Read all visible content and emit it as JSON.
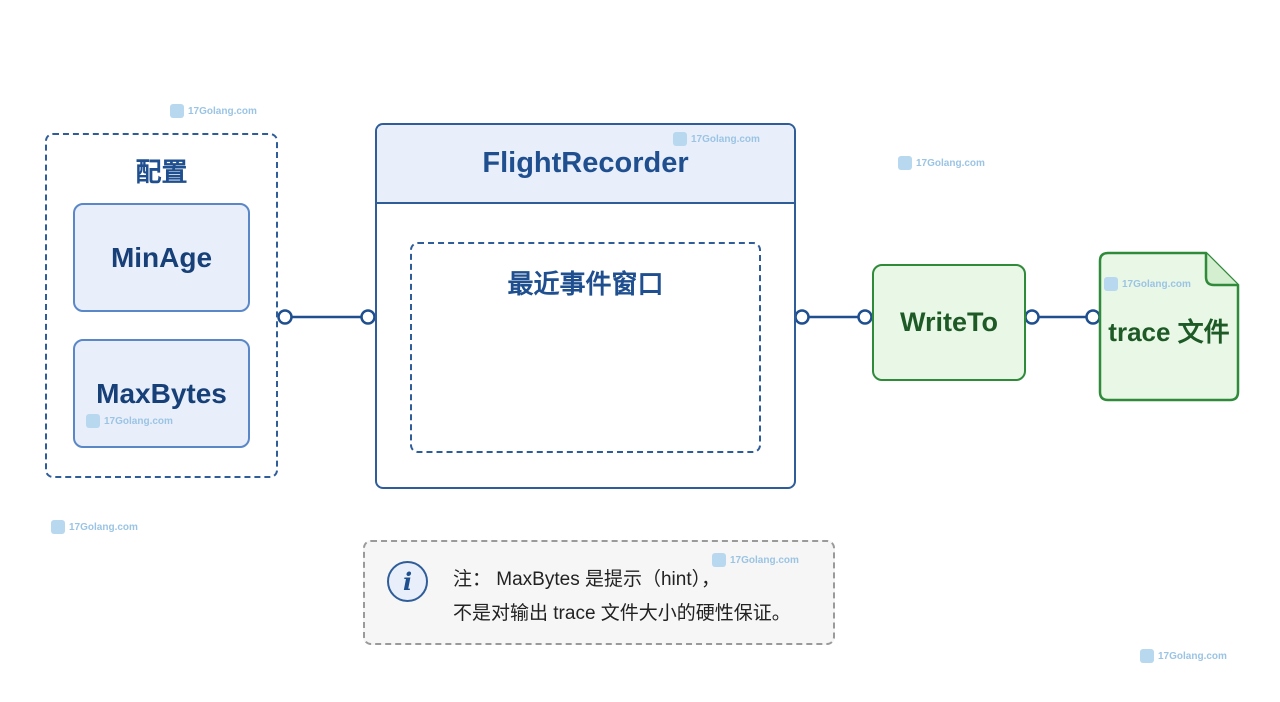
{
  "config": {
    "title": "配置",
    "items": [
      "MinAge",
      "MaxBytes"
    ]
  },
  "flight_recorder": {
    "title": "FlightRecorder",
    "window_title": "最近事件窗口"
  },
  "write_to": {
    "label": "WriteTo"
  },
  "output_file": {
    "label": "trace 文件"
  },
  "note": {
    "icon": "info-icon",
    "icon_glyph": "i",
    "line1": "注：  MaxBytes 是提示（hint），",
    "line2": "不是对输出 trace 文件大小的硬性保证。"
  },
  "watermark": {
    "text": "17Golang.com"
  },
  "colors": {
    "blue_stroke": "#2f5d9a",
    "blue_fill": "#e8effa",
    "green_stroke": "#2f8a3a",
    "green_fill": "#e9f7e6"
  }
}
